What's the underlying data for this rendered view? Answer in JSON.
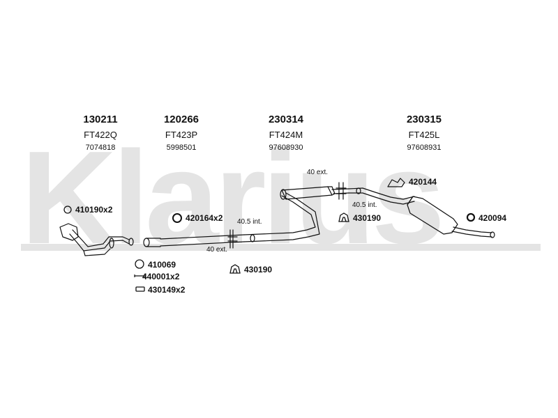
{
  "watermark": "Klarius",
  "parts": [
    {
      "num": "130211",
      "code": "FT422Q",
      "ref": "7074818"
    },
    {
      "num": "120266",
      "code": "FT423P",
      "ref": "5998501"
    },
    {
      "num": "230314",
      "code": "FT424M",
      "ref": "97608930"
    },
    {
      "num": "230315",
      "code": "FT425L",
      "ref": "97608931"
    }
  ],
  "fittings": {
    "f410190": "410190x2",
    "f420164": "420164x2",
    "f420144": "420144",
    "f430190a": "430190",
    "f420094": "420094",
    "f410069": "410069",
    "f440001": "440001x2",
    "f430149": "430149x2",
    "f430190b": "430190"
  },
  "notes": {
    "ext40_a": "40 ext.",
    "int405_a": "40.5 int.",
    "ext40_b": "40 ext.",
    "int405_b": "40.5 int."
  }
}
